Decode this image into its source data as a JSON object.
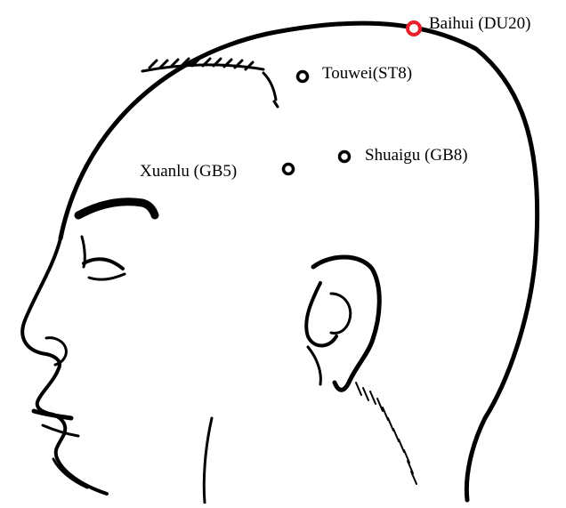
{
  "points": [
    {
      "label": "Baihui (DU20)",
      "color": "#e8202a"
    },
    {
      "label": "Touwei(ST8)",
      "color": "#000000"
    },
    {
      "label": "Shuaigu (GB8)",
      "color": "#000000"
    },
    {
      "label": "Xuanlu (GB5)",
      "color": "#000000"
    }
  ],
  "colors": {
    "line": "#000000",
    "background": "#ffffff"
  }
}
